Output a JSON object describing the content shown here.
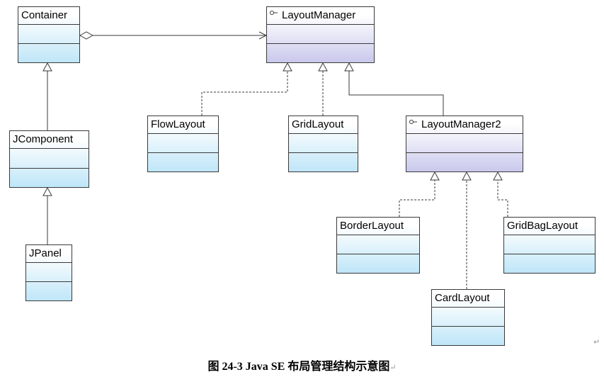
{
  "classes": {
    "container": "Container",
    "layoutmanager": "LayoutManager",
    "jcomponent": "JComponent",
    "jpanel": "JPanel",
    "flowlayout": "FlowLayout",
    "gridlayout": "GridLayout",
    "layoutmanager2": "LayoutManager2",
    "borderlayout": "BorderLayout",
    "cardlayout": "CardLayout",
    "gridbaglayout": "GridBagLayout"
  },
  "caption": "图 24-3 Java SE 布局管理结构示意图",
  "colors": {
    "class_fill": "#bfe6f8",
    "interface_fill": "#c9c8ec",
    "line": "#3a3a3a"
  }
}
